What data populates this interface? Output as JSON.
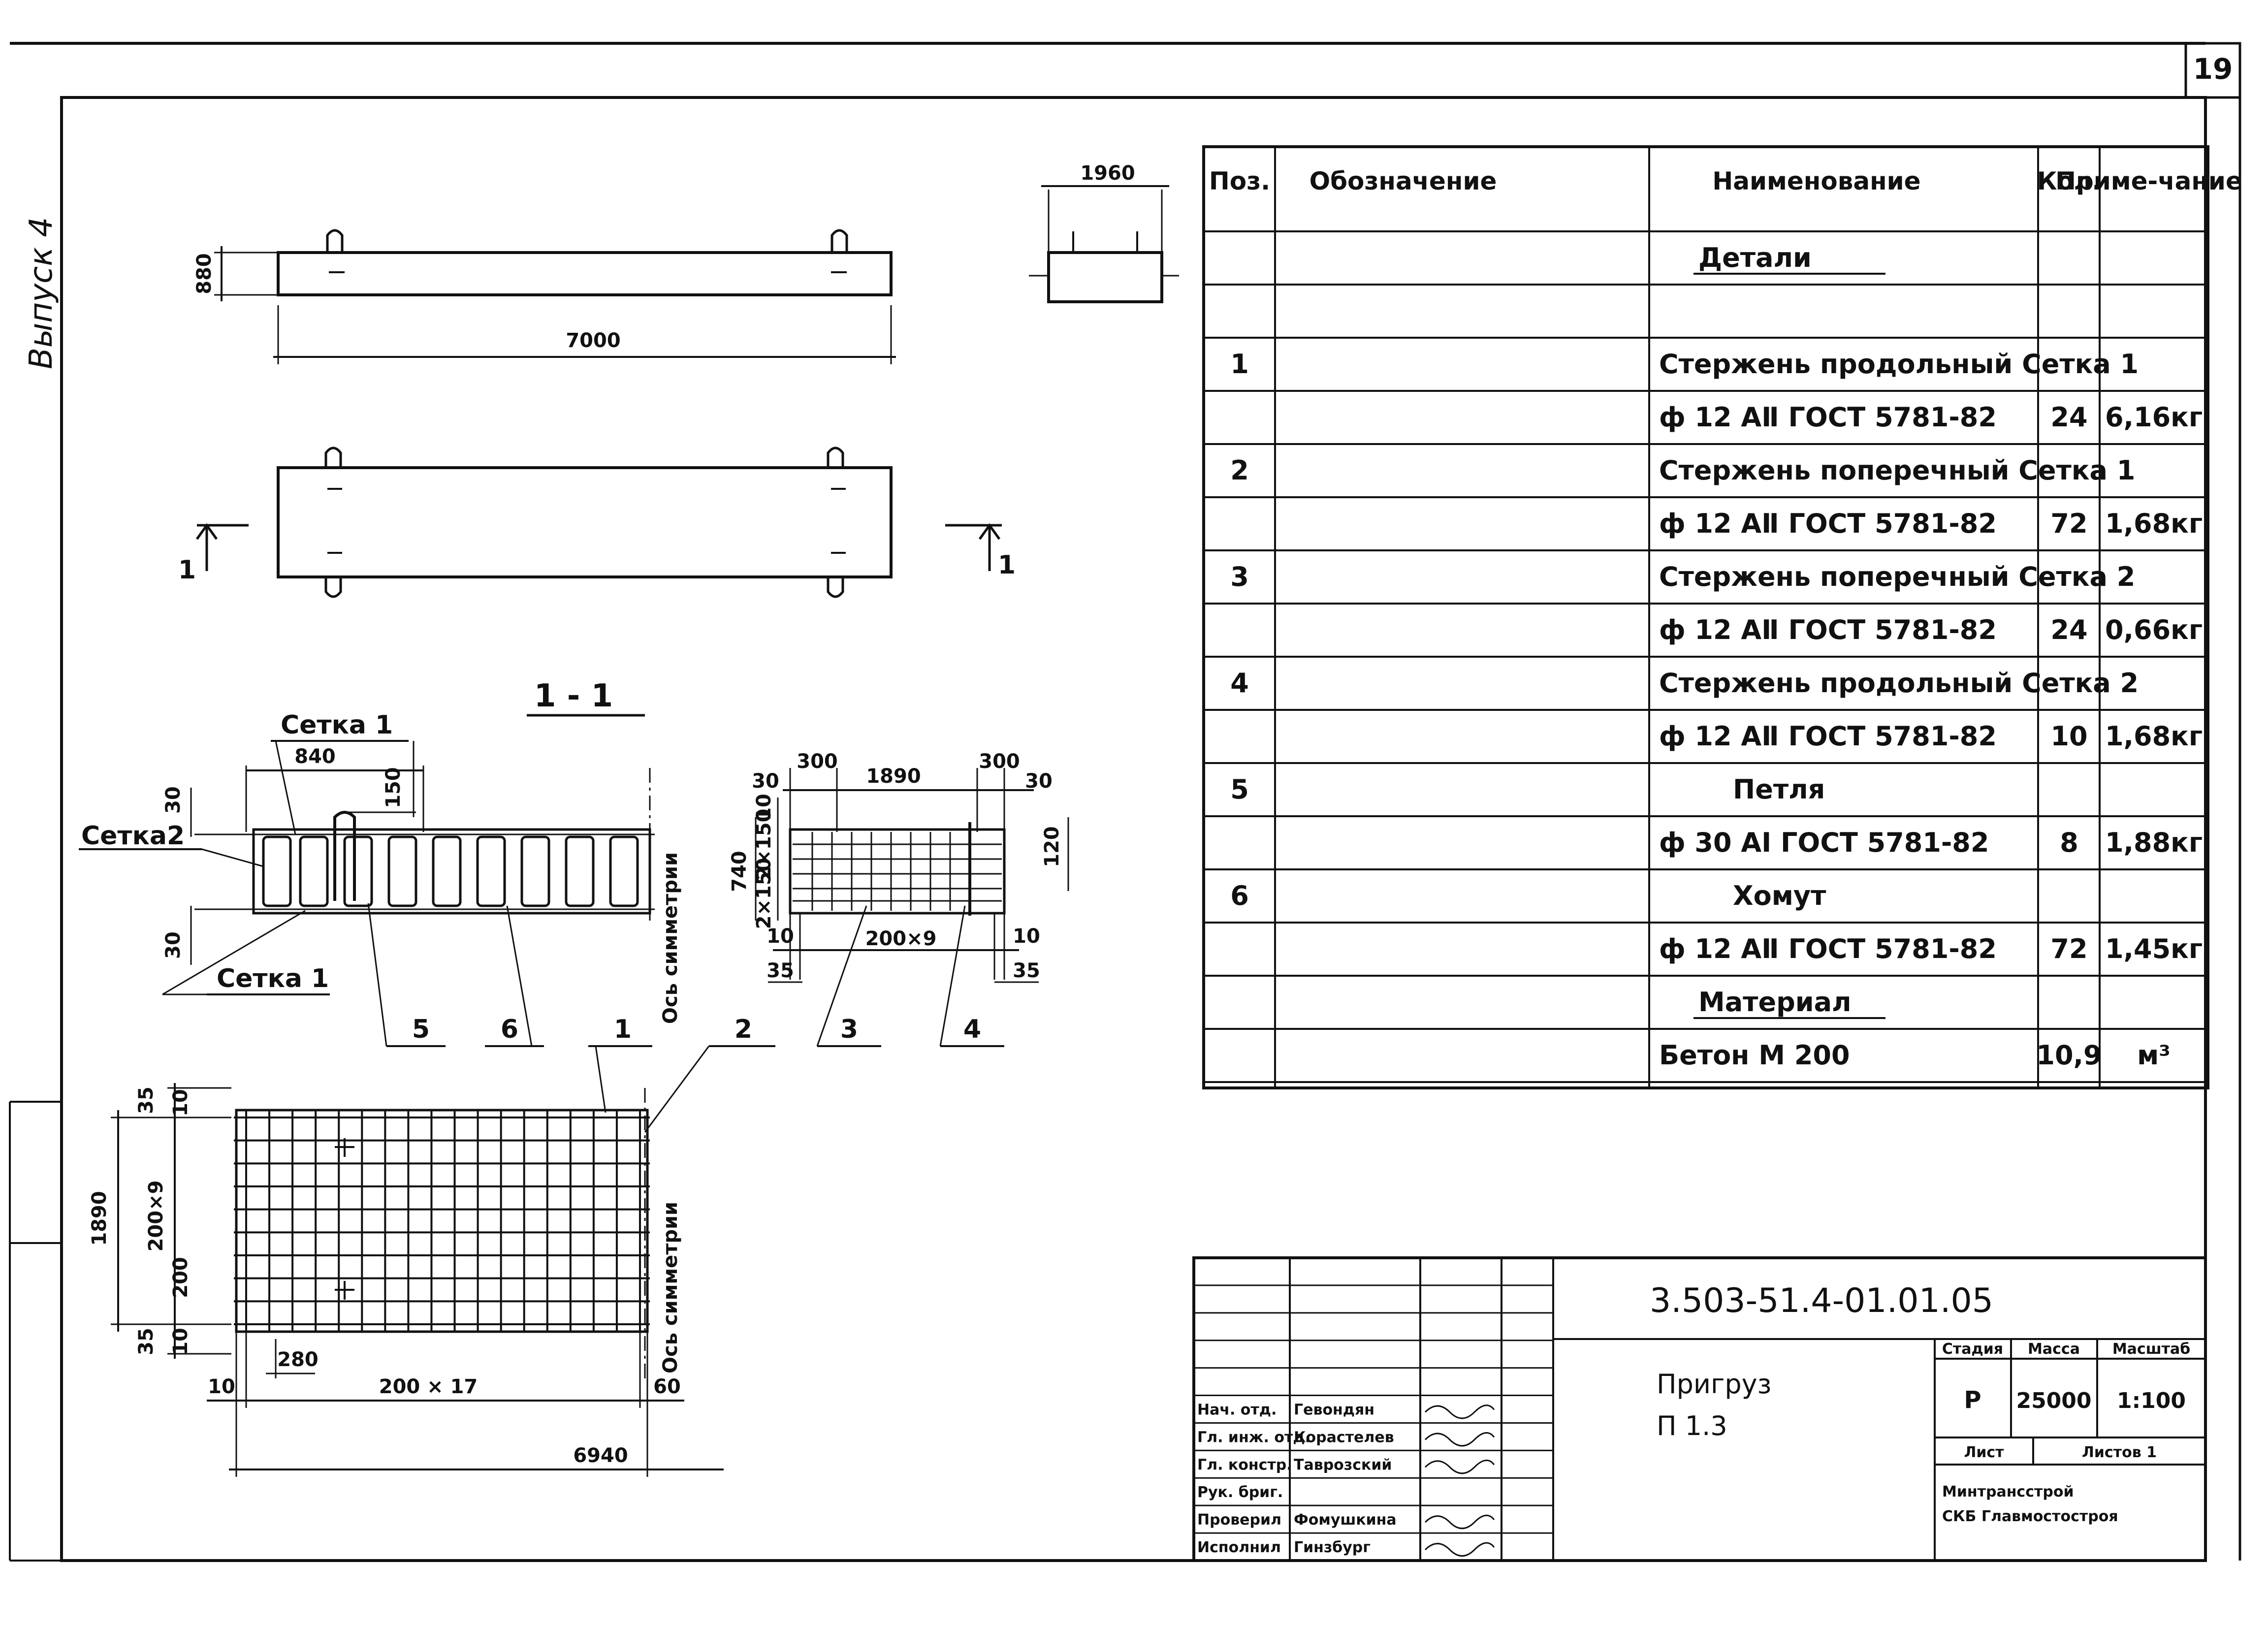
{
  "sheet_number": "19",
  "side_note": "Выпуск 4",
  "plan_view": {
    "dim_length": "7000",
    "dim_height": "880",
    "dim_end_width": "1960"
  },
  "section_marks": {
    "left": "1",
    "right": "1",
    "section_title": "1 - 1"
  },
  "section_view": {
    "label_setka1_top": "Сетка 1",
    "label_setka2": "Сетка2",
    "label_setka1_bottom": "Сетка 1",
    "dim_840": "840",
    "dim_150": "150",
    "dim_30_top": "30",
    "dim_30_bottom": "30",
    "axis_label": "Ось симметрии",
    "leaders": [
      "5",
      "6",
      "1",
      "2",
      "3",
      "4"
    ]
  },
  "end_section": {
    "dim_300_left": "300",
    "dim_1890": "1890",
    "dim_300_right": "300",
    "dim_30_left": "30",
    "dim_30_right": "30",
    "dim_740": "740",
    "dim_2x150_a": "2×150",
    "dim_2x150_b": "2×150",
    "dim_10_top": "10",
    "dim_120": "120",
    "dim_200x9": "200×9",
    "dim_10_left": "10",
    "dim_35_left": "35",
    "dim_10_right": "10",
    "dim_35_right": "35"
  },
  "mesh_plan": {
    "dim_35_top": "35",
    "dim_10_top": "10",
    "dim_1890": "1890",
    "dim_200x9": "200×9",
    "dim_200": "200",
    "dim_35_bottom": "35",
    "dim_10_bottom": "10",
    "dim_280": "280",
    "dim_10_left": "10",
    "dim_200x17": "200 × 17",
    "dim_60": "60",
    "dim_6940": "6940",
    "axis_label": "Ось симметрии"
  },
  "spec_table": {
    "headers": {
      "pos": "Поз.",
      "designation": "Обозначение",
      "name": "Наименование",
      "qty": "Кол.",
      "note": "Приме-чание"
    },
    "rows": [
      {
        "pos": "",
        "name": "Детали",
        "qty": "",
        "note": "",
        "kind": "section"
      },
      {
        "pos": "",
        "name": "",
        "qty": "",
        "note": "",
        "kind": "blank"
      },
      {
        "pos": "1",
        "name": "Стержень продольный Сетка 1",
        "qty": "",
        "note": "",
        "kind": "item"
      },
      {
        "pos": "",
        "name": "ф 12 АⅡ ГОСТ 5781-82",
        "qty": "24",
        "note": "6,16кг",
        "kind": "sub"
      },
      {
        "pos": "2",
        "name": "Стержень поперечный Сетка 1",
        "qty": "",
        "note": "",
        "kind": "item"
      },
      {
        "pos": "",
        "name": "ф 12 АⅡ ГОСТ 5781-82",
        "qty": "72",
        "note": "1,68кг",
        "kind": "sub"
      },
      {
        "pos": "3",
        "name": "Стержень поперечный Сетка 2",
        "qty": "",
        "note": "",
        "kind": "item"
      },
      {
        "pos": "",
        "name": "ф 12 АⅡ ГОСТ 5781-82",
        "qty": "24",
        "note": "0,66кг",
        "kind": "sub"
      },
      {
        "pos": "4",
        "name": "Стержень продольный Сетка 2",
        "qty": "",
        "note": "",
        "kind": "item"
      },
      {
        "pos": "",
        "name": "ф 12 АⅡ ГОСТ 5781-82",
        "qty": "10",
        "note": "1,68кг",
        "kind": "sub"
      },
      {
        "pos": "5",
        "name": "Петля",
        "qty": "",
        "note": "",
        "kind": "item"
      },
      {
        "pos": "",
        "name": "ф 30 АⅠ ГОСТ 5781-82",
        "qty": "8",
        "note": "1,88кг",
        "kind": "sub"
      },
      {
        "pos": "6",
        "name": "Хомут",
        "qty": "",
        "note": "",
        "kind": "item"
      },
      {
        "pos": "",
        "name": "ф 12 АⅡ ГОСТ 5781-82",
        "qty": "72",
        "note": "1,45кг",
        "kind": "sub"
      },
      {
        "pos": "",
        "name": "Материал",
        "qty": "",
        "note": "",
        "kind": "section"
      },
      {
        "pos": "",
        "name": "Бетон М 200",
        "qty": "10,9",
        "note": "м³",
        "kind": "sub"
      }
    ]
  },
  "title_block": {
    "code": "3.503-51.4-01.01.05",
    "item_name": "Пригруз",
    "item_mark": "П 1.3",
    "stage_label": "Стадия",
    "mass_label": "Масса",
    "scale_label": "Масштаб",
    "stage": "Р",
    "mass": "25000",
    "scale": "1:100",
    "sheet_label": "Лист",
    "sheets_label": "Листов 1",
    "org_line1": "Минтрансстрой",
    "org_line2": "СКБ Главмостостроя",
    "roles": [
      {
        "role": "Нач. отд.",
        "name": "Гевондян"
      },
      {
        "role": "Гл. инж. отд.",
        "name": "Корастелев"
      },
      {
        "role": "Гл. констр.",
        "name": "Таврозский"
      },
      {
        "role": "Рук. бриг.",
        "name": ""
      },
      {
        "role": "Проверил",
        "name": "Фомушкина"
      },
      {
        "role": "Исполнил",
        "name": "Гинзбург"
      }
    ]
  }
}
